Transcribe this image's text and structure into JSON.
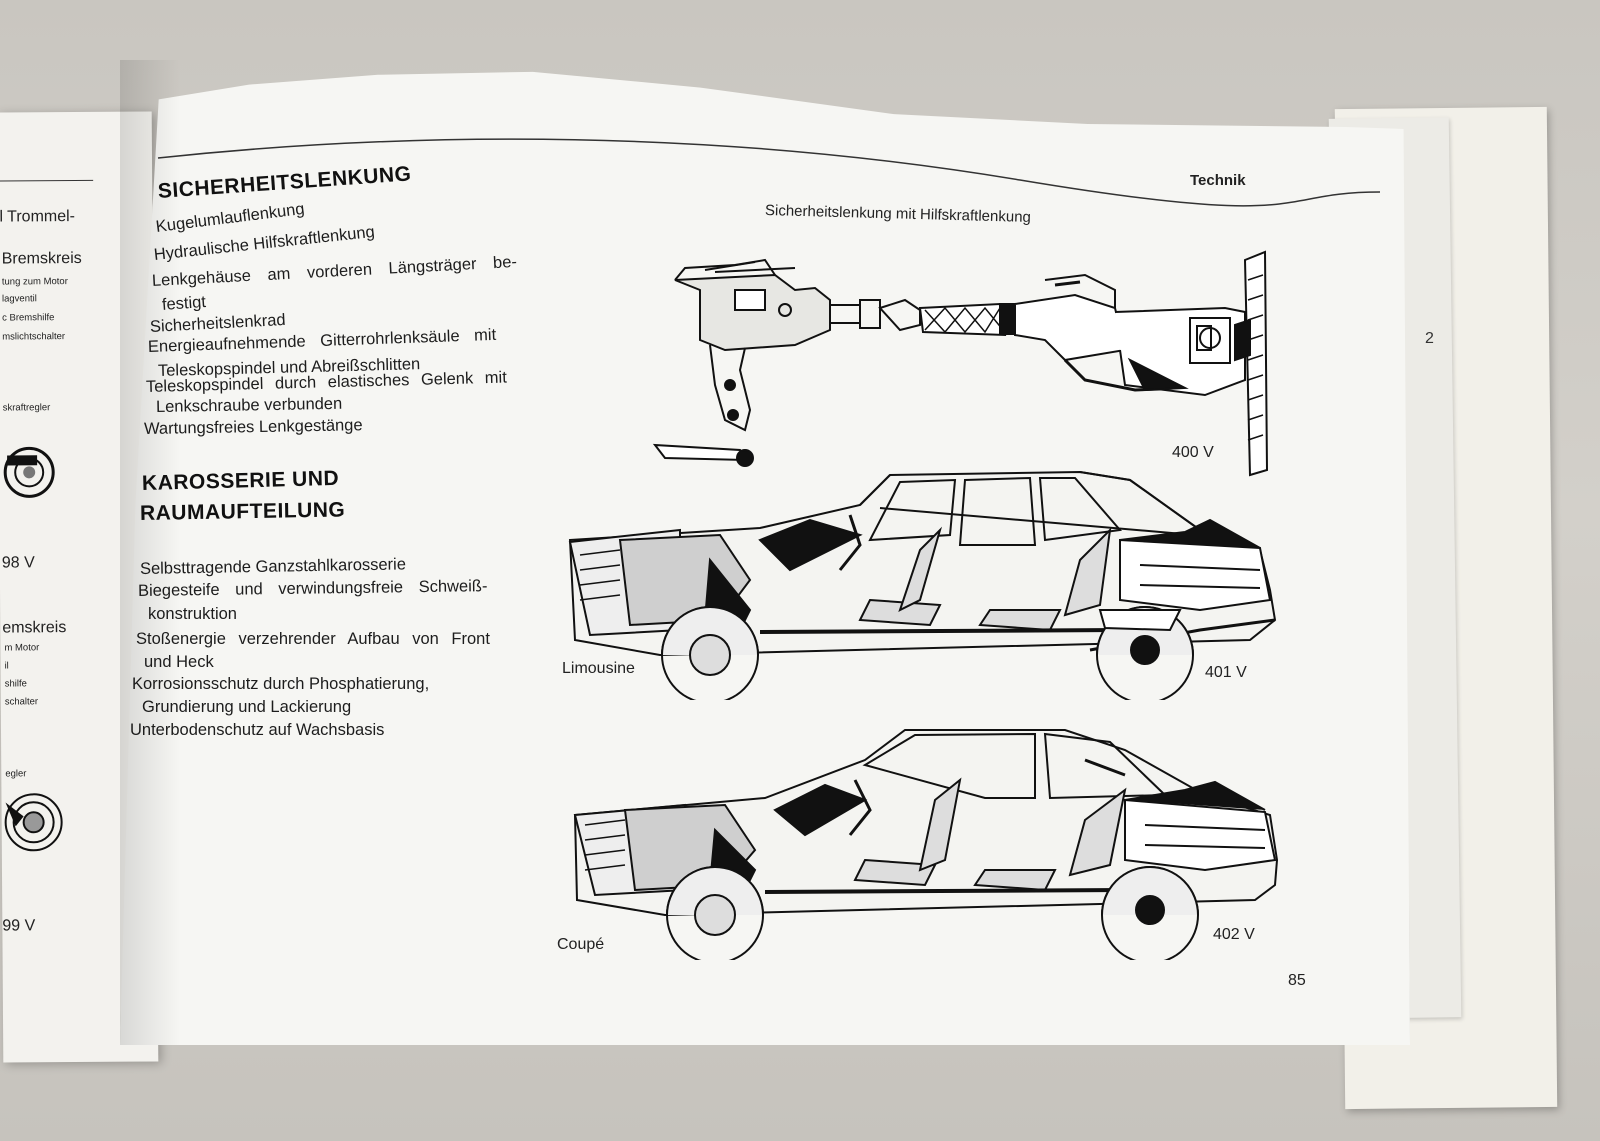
{
  "left_page": {
    "lines": [
      {
        "text": "l Trommel-",
        "size": "big"
      },
      {
        "text": "Bremskreis",
        "size": "big"
      },
      {
        "text": "tung zum Motor",
        "size": "small"
      },
      {
        "text": "lagventil",
        "size": "small"
      },
      {
        "text": "c Bremshilfe",
        "size": "small"
      },
      {
        "text": "mslichtschalter",
        "size": "small"
      },
      {
        "text": "skraftregler",
        "size": "small"
      },
      {
        "text": "98 V",
        "size": "big"
      },
      {
        "text": "emskreis",
        "size": "big"
      },
      {
        "text": "m Motor",
        "size": "small"
      },
      {
        "text": "il",
        "size": "small"
      },
      {
        "text": "shilfe",
        "size": "small"
      },
      {
        "text": "schalter",
        "size": "small"
      },
      {
        "text": "egler",
        "size": "small"
      },
      {
        "text": "99 V",
        "size": "big"
      }
    ]
  },
  "back_page": {
    "number": "2"
  },
  "main_page": {
    "section_tag": "Technik",
    "heading_1": "SICHERHEITSLENKUNG",
    "list_1": [
      "Kugelumlauflenkung",
      "Hydraulische Hilfskraftlenkung",
      "Lenkgehäuse am vorderen Längsträger be-",
      "festigt",
      "Sicherheitslenkrad",
      "Energieaufnehmende Gitterrohrlenksäule mit",
      "Teleskopspindel und Abreißschlitten",
      "Teleskopspindel durch elastisches Gelenk mit",
      "Lenkschraube verbunden",
      "Wartungsfreies Lenkgestänge"
    ],
    "heading_2a": "KAROSSERIE UND",
    "heading_2b": "RAUMAUFTEILUNG",
    "list_2": [
      "Selbsttragende Ganzstahlkarosserie",
      "Biegesteife und verwindungsfreie Schweiß-",
      "konstruktion",
      "Stoßenergie verzehrender Aufbau von Front",
      "und Heck",
      "Korrosionsschutz durch Phosphatierung,",
      "Grundierung und Lackierung",
      "Unterbodenschutz auf Wachsbasis"
    ],
    "figure_steering": {
      "caption": "Sicherheitslenkung mit Hilfskraftlenkung",
      "code": "400 V"
    },
    "figure_limousine": {
      "label": "Limousine",
      "code": "401 V"
    },
    "figure_coupe": {
      "label": "Coupé",
      "code": "402 V"
    },
    "page_number": "85"
  }
}
